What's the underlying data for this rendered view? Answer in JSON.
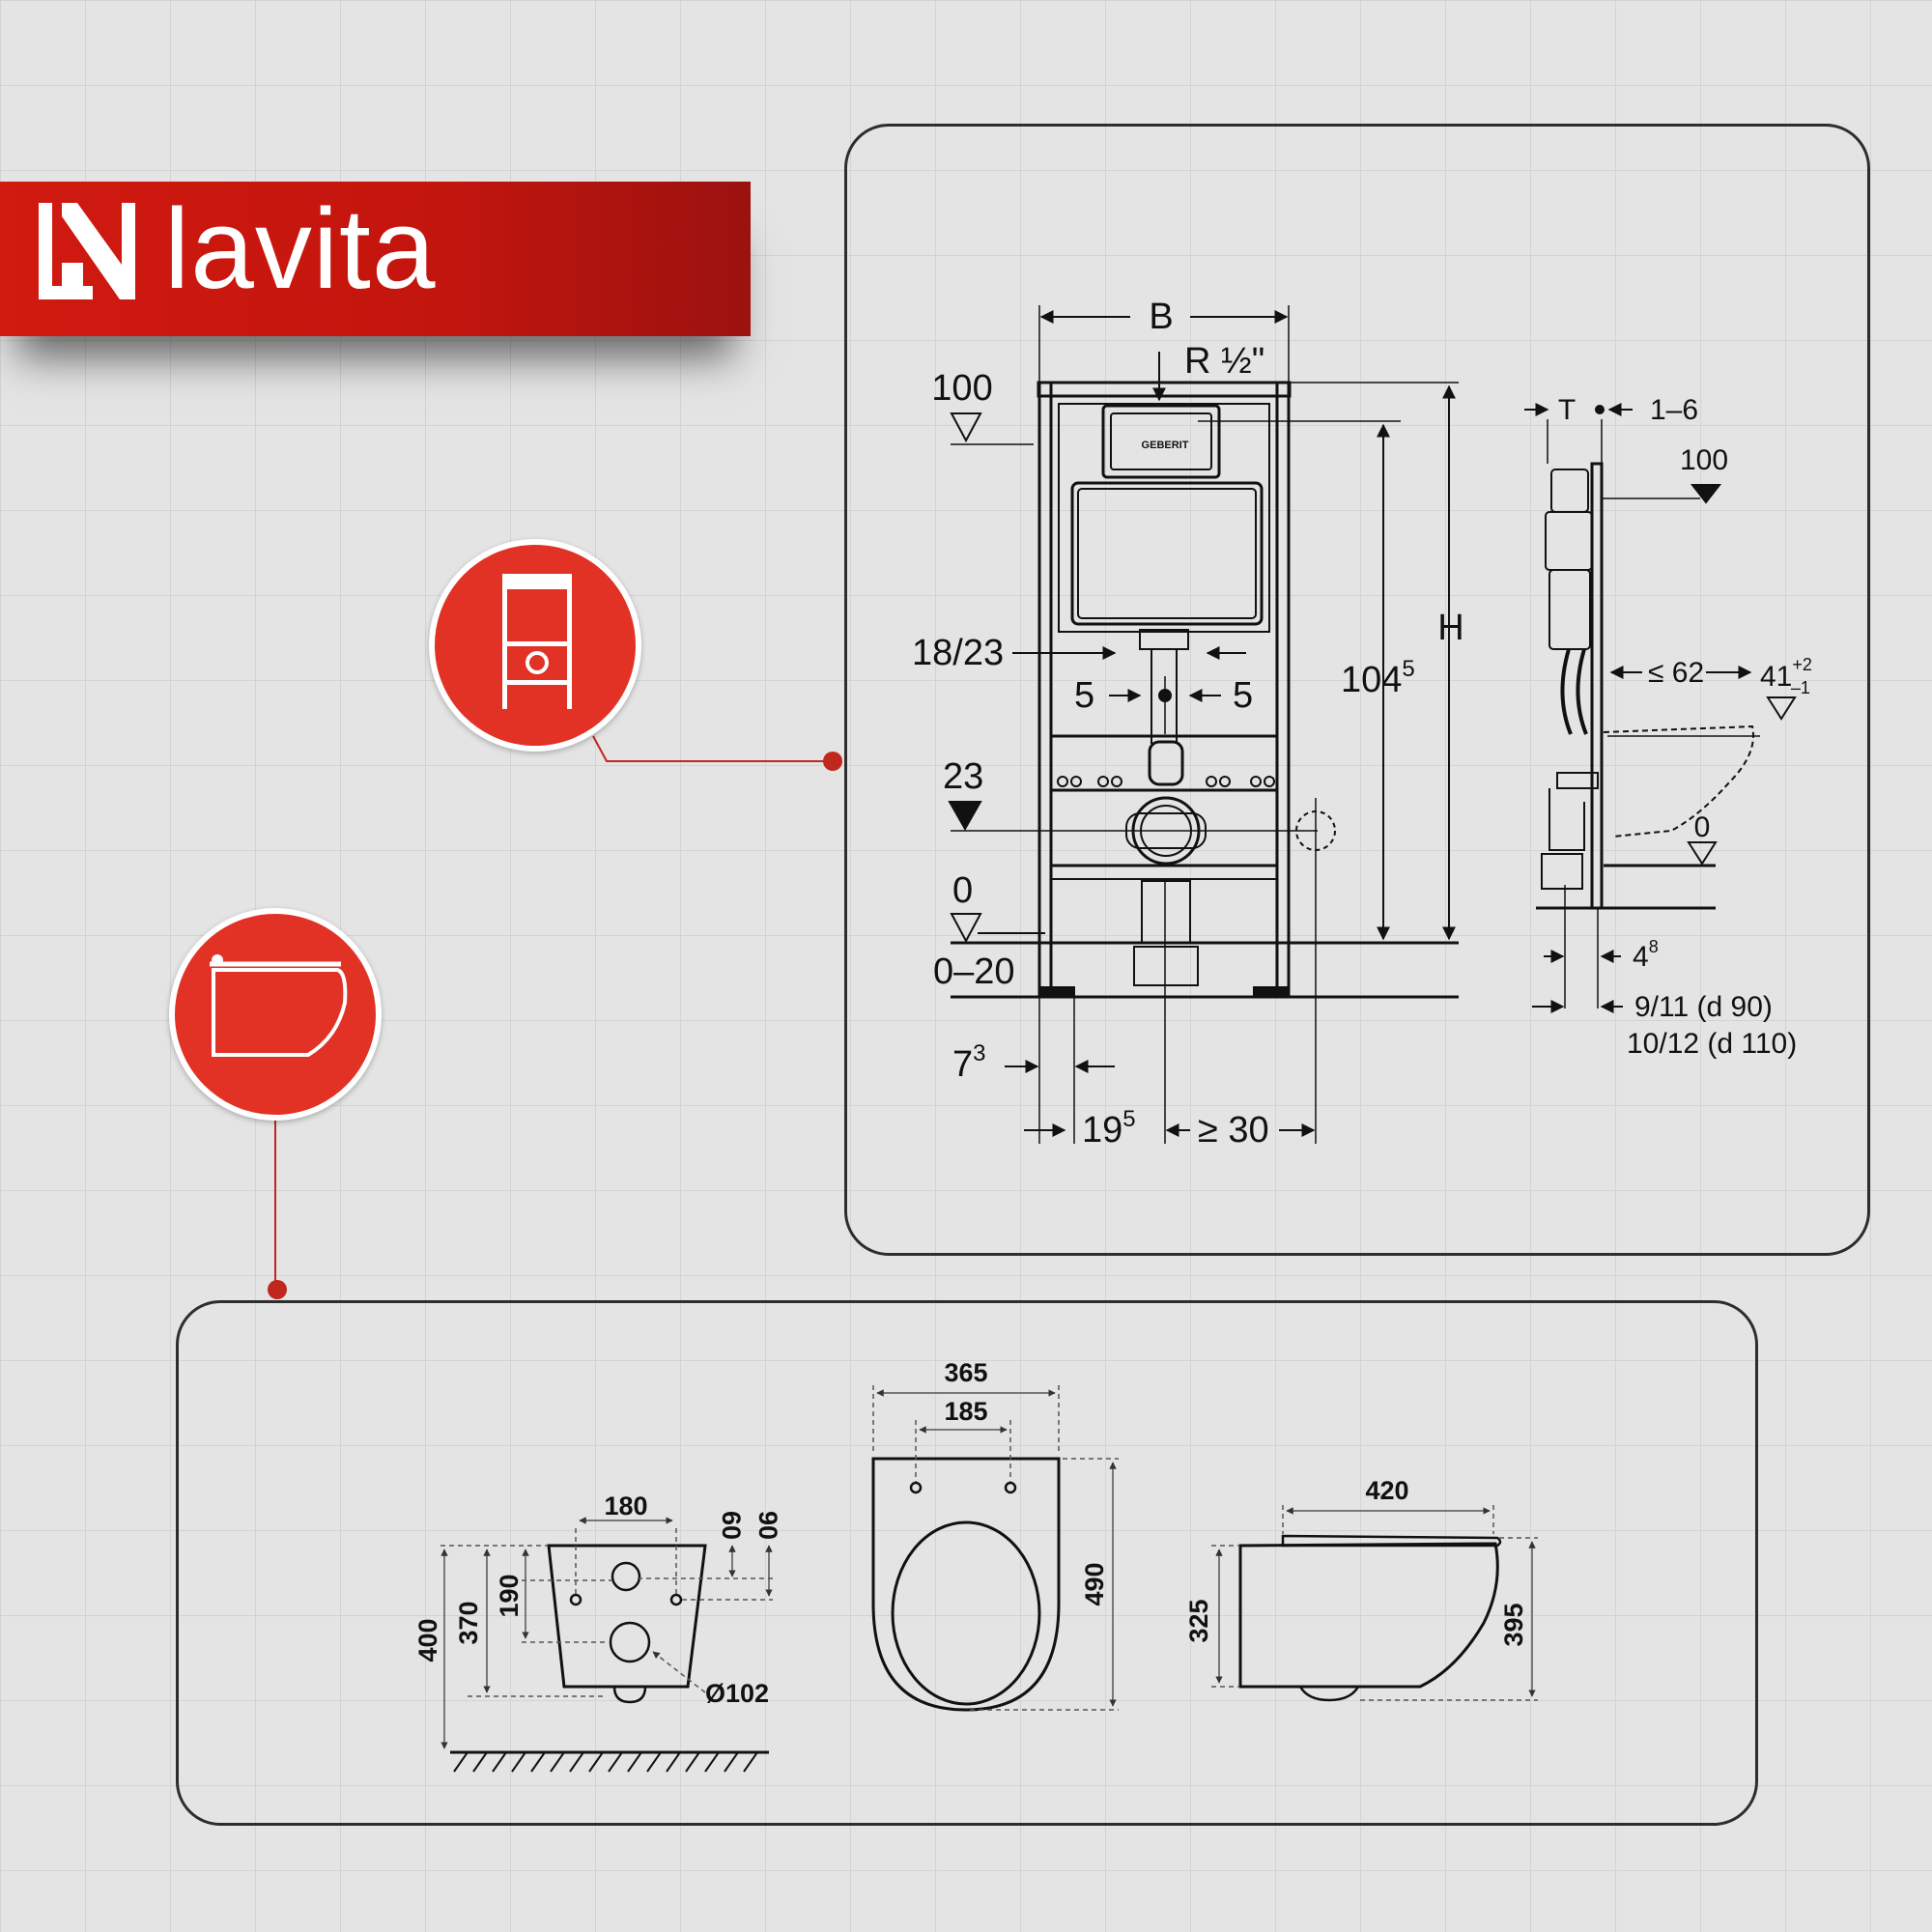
{
  "brand": {
    "name": "lavita",
    "color": "#c8160e"
  },
  "accent": "#e23226",
  "icons": {
    "frame_badge": "installation-frame-icon",
    "toilet_badge": "wall-hung-toilet-icon"
  },
  "frame_drawing": {
    "labels": {
      "b": "B",
      "r": "R ½\"",
      "top100": "100",
      "h": "H",
      "h1045": "104",
      "h1045_sup": "5",
      "l1823": "18/23",
      "l5a": "5",
      "l5b": "5",
      "l23": "23",
      "l0": "0",
      "l020": "0–20",
      "l73": "7",
      "l73_sup": "3",
      "l195": "19",
      "l195_sup": "5",
      "lge30": "≥ 30",
      "brand_plate": "GEBERIT"
    }
  },
  "side_drawing": {
    "labels": {
      "t": "T",
      "l16": "1–6",
      "l100": "100",
      "le62": "≤ 62",
      "l41": "41",
      "l41_sup": "+2",
      "l41_sub": "–1",
      "l0": "0",
      "l48": "4",
      "l48_sup": "8",
      "l911": "9/11   (d 90)",
      "l1012": "10/12 (d 110)"
    }
  },
  "ceramic_drawing": {
    "back_view": {
      "w180": "180",
      "h60": "60",
      "h90": "90",
      "h190": "190",
      "h370": "370",
      "h400": "400",
      "dia": "Ø102"
    },
    "top_view": {
      "w365": "365",
      "w185": "185",
      "l490": "490"
    },
    "side_view": {
      "w420": "420",
      "h325": "325",
      "h395": "395"
    }
  }
}
